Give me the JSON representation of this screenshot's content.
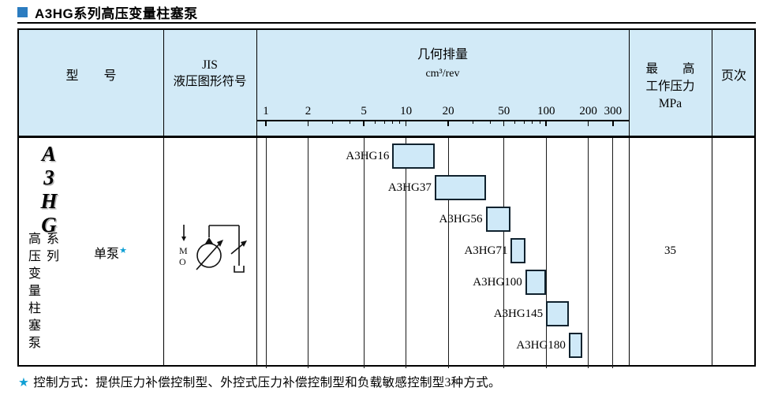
{
  "page_title": "A3HG系列高压变量柱塞泵",
  "header": {
    "model": "型　　号",
    "jis": "JIS\n液压图形符号",
    "displacement": "几何排量",
    "displacement_unit": "cm³/rev",
    "pressure": "最　　高\n工作压力\nMPa",
    "page": "页次"
  },
  "row": {
    "logo": "A\n3\nH\nG",
    "series_name": "高压变量柱塞泵",
    "series_suffix": "系列",
    "pump_type": "单泵",
    "star": "★",
    "max_pressure": "35",
    "page": ""
  },
  "jis_symbol": {
    "labels": [
      "M",
      "O"
    ]
  },
  "chart_data": {
    "type": "bar",
    "orientation": "horizontal",
    "scale": "log",
    "title": "几何排量",
    "unit": "cm³/rev",
    "axis": {
      "min": 1,
      "max": 300,
      "major_ticks": [
        1,
        2,
        5,
        10,
        20,
        50,
        100,
        200,
        300
      ],
      "minor_ticks": [
        3,
        4,
        6,
        7,
        8,
        9,
        30,
        40,
        60,
        70,
        80,
        90
      ]
    },
    "series": [
      {
        "name": "A3HG16",
        "range": [
          8,
          16
        ]
      },
      {
        "name": "A3HG37",
        "range": [
          16,
          37
        ]
      },
      {
        "name": "A3HG56",
        "range": [
          37,
          56
        ]
      },
      {
        "name": "A3HG71",
        "range": [
          56,
          71
        ]
      },
      {
        "name": "A3HG100",
        "range": [
          71,
          100
        ]
      },
      {
        "name": "A3HG145",
        "range": [
          100,
          145
        ]
      },
      {
        "name": "A3HG180",
        "range": [
          145,
          180
        ]
      }
    ],
    "max_pressure_mpa": 35
  },
  "footnote": {
    "star": "★",
    "text": "控制方式：提供压力补偿控制型、外控式压力补偿控制型和负载敏感控制型3种方式。"
  },
  "colors": {
    "header_bg": "#d2eaf7",
    "bar_fill": "#cfe9f8",
    "bar_border": "#10222e",
    "accent_square": "#2b7cc0",
    "star": "#0e9fd4"
  }
}
